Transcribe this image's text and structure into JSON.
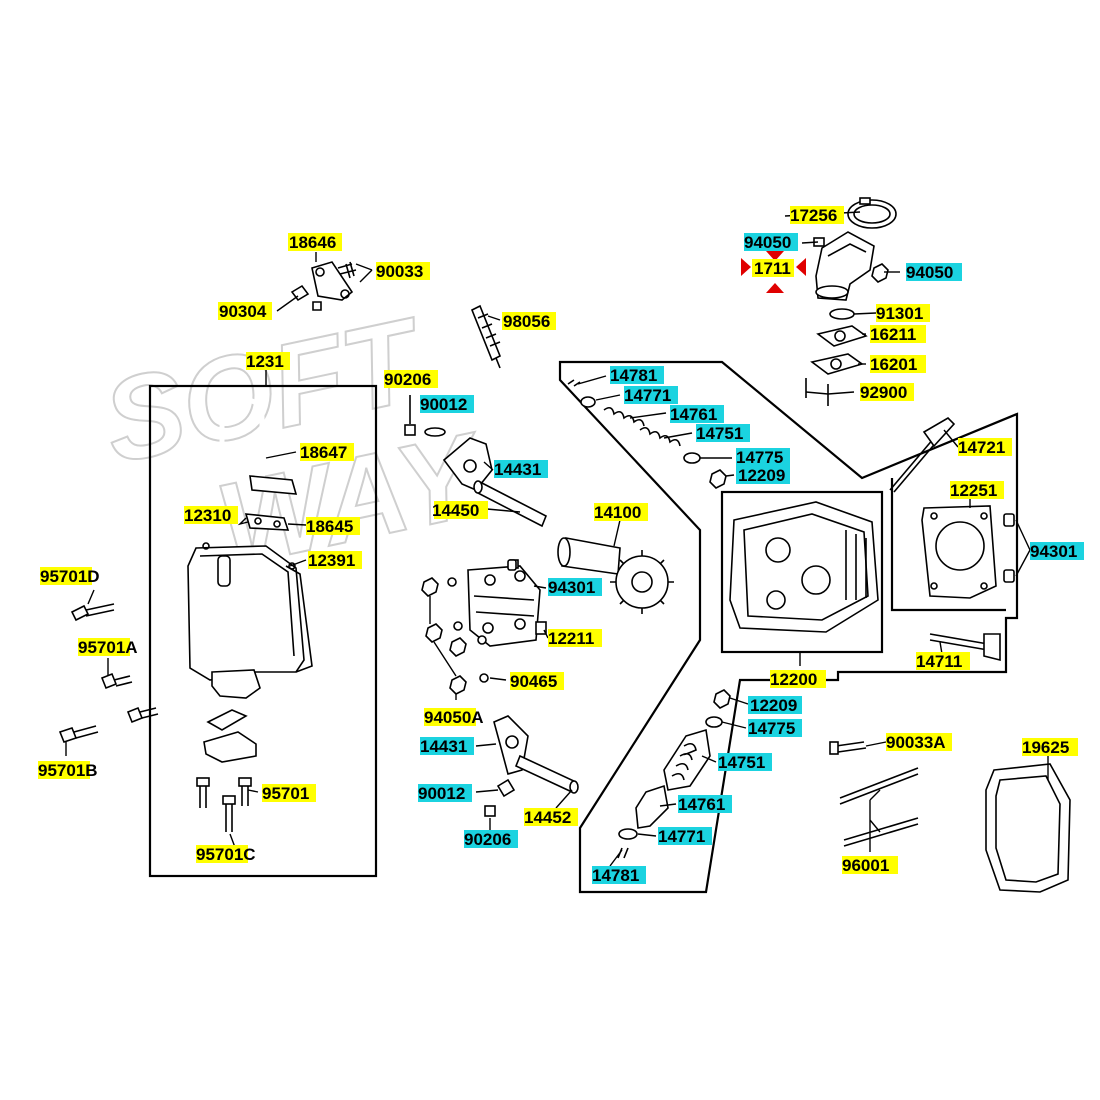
{
  "watermark": {
    "line1": "SOFT",
    "line2": "WAY"
  },
  "colors": {
    "yellow_highlight": "#ffff00",
    "cyan_highlight": "#1bd3e0",
    "marker_red": "#e00000"
  },
  "labels": {
    "p18646": "18646",
    "p90033": "90033",
    "p90304": "90304",
    "p98056": "98056",
    "p1231": "1231",
    "p90206_top": "90206",
    "p90012_top": "90012",
    "p18647": "18647",
    "p14431_top": "14431",
    "p14450": "14450",
    "p12310": "12310",
    "p18645": "18645",
    "p12391": "12391",
    "p95701D": "95701D",
    "p95701A": "95701A",
    "p95701B": "95701B",
    "p95701": "95701",
    "p95701C": "95701C",
    "p94050A": "94050A",
    "p90465": "90465",
    "p12211": "12211",
    "p94301_mid": "94301",
    "p14100": "14100",
    "p14431_bot": "14431",
    "p90012_bot": "90012",
    "p90206_bot": "90206",
    "p14452": "14452",
    "p17256": "17256",
    "p94050_l": "94050",
    "p1711": "1711",
    "p94050_r": "94050",
    "p91301": "91301",
    "p16211": "16211",
    "p16201": "16201",
    "p92900": "92900",
    "p14781_top": "14781",
    "p14771_top": "14771",
    "p14761_top": "14761",
    "p14751_top": "14751",
    "p14775_top": "14775",
    "p12209_top": "12209",
    "p14721": "14721",
    "p12251": "12251",
    "p94301_r": "94301",
    "p12200": "12200",
    "p14711": "14711",
    "p12209_bot": "12209",
    "p14775_bot": "14775",
    "p14751_bot": "14751",
    "p14761_bot": "14761",
    "p14771_bot": "14771",
    "p14781_bot": "14781",
    "p90033A": "90033A",
    "p19625": "19625",
    "p96001": "96001"
  }
}
